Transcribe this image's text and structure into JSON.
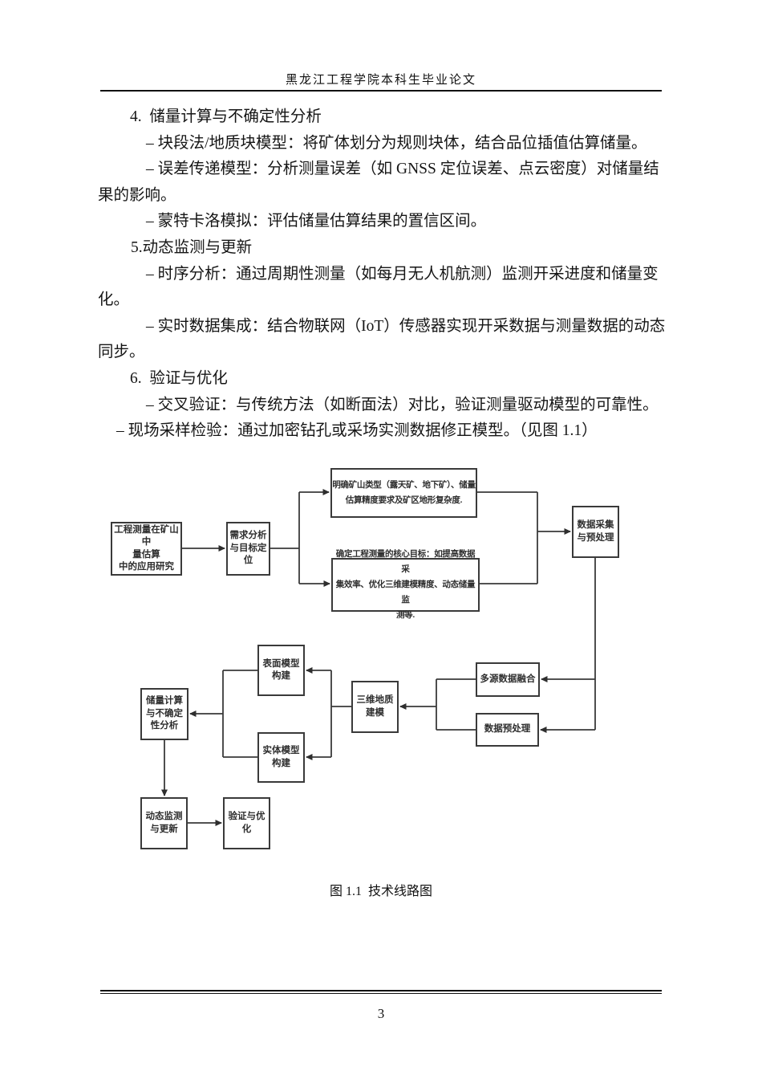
{
  "header": {
    "title": "黑龙江工程学院本科生毕业论文"
  },
  "body": {
    "lines": [
      "4.  储量计算与不确定性分析",
      "– 块段法/地质块模型：将矿体划分为规则块体，结合品位插值估算储量。",
      "– 误差传递模型：分析测量误差（如 GNSS 定位误差、点云密度）对储量结",
      "果的影响。",
      "– 蒙特卡洛模拟：评估储量估算结果的置信区间。",
      "5.动态监测与更新",
      "– 时序分析：通过周期性测量（如每月无人机航测）监测开采进度和储量变",
      "化。",
      "– 实时数据集成：结合物联网（IoT）传感器实现开采数据与测量数据的动态",
      "同步。",
      "6.  验证与优化",
      "– 交叉验证：与传统方法（如断面法）对比，验证测量驱动模型的可靠性。",
      "– 现场采样检验：通过加密钻孔或采场实测数据修正模型。（见图 1.1）"
    ]
  },
  "figure": {
    "caption": "图 1.1  技术线路图",
    "nodes": {
      "start": [
        "工程测量在矿山中",
        "量估算",
        "中的应用研究"
      ],
      "need": [
        "需求分析",
        "与目标定",
        "位"
      ],
      "minetype": [
        "明确矿山类型（露天矿、地下矿）、储量",
        "估算精度要求及矿区地形复杂度."
      ],
      "coregoal": [
        "确定工程测量的核心目标：如提高数据采",
        "集效率、优化三维建模精度、动态储量监",
        "测等."
      ],
      "collect": [
        "数据采集",
        "与预处理"
      ],
      "fusion": [
        "多源数据融合"
      ],
      "preprocess": [
        "数据预处理"
      ],
      "model3d": [
        "三维地质",
        "建模"
      ],
      "surface": [
        "表面模型",
        "构建"
      ],
      "solid": [
        "实体模型",
        "构建"
      ],
      "reserve": [
        "储量计算",
        "与不确定",
        "性分析"
      ],
      "monitor": [
        "动态监测",
        "与更新"
      ],
      "verify": [
        "验证与优",
        "化"
      ]
    }
  },
  "footer": {
    "page_number": "3"
  },
  "colors": {
    "text": "#1a1a1a",
    "line": "#3a3a3a"
  }
}
